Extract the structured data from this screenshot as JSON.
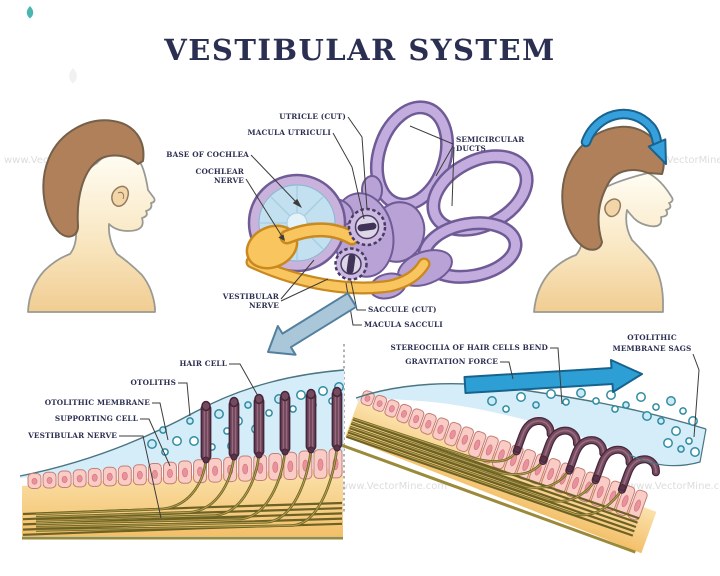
{
  "title": "VESTIBULAR SYSTEM",
  "watermark": "www.VectorMine.com",
  "colors": {
    "title_navy": "#2b2f52",
    "canal_purple_fill": "#b9a3d6",
    "canal_purple_stroke": "#6f5b96",
    "nerve_yellow": "#f8c55f",
    "nerve_yellow_outline": "#c9891f",
    "membrane_blue": "#d4edf8",
    "otolith_teal": "#2f8ca3",
    "cell_pink": "#f9cdc6",
    "hair_cell_maroon": "#744a5e",
    "fiber_olive": "#6e6125",
    "motion_arrow_blue": "#2e9fd4",
    "zoom_arrow_gray_blue": "#aac7da",
    "skin": "#f6e3bd",
    "hair_brown": "#b0805a"
  },
  "central_diagram": {
    "labels": {
      "utricle": "UTRICLE (CUT)",
      "macula_utriculi": "MACULA UTRICULI",
      "base_of_cochlea": "BASE OF COCHLEA",
      "cochlear_nerve": [
        "COCHLEAR",
        "NERVE"
      ],
      "semicircular_ducts": [
        "SEMICIRCULAR",
        "DUCTS"
      ],
      "vestibular_nerve": [
        "VESTIBULAR",
        "NERVE"
      ],
      "saccule": "SACCULE (CUT)",
      "macula_sacculi": "MACULA SACCULI"
    }
  },
  "left_panel": {
    "labels": {
      "hair_cell": "HAIR CELL",
      "otoliths": "OTOLITHS",
      "otolithic_membrane": "OTOLITHIC MEMBRANE",
      "supporting_cell": "SUPPORTING CELL",
      "vestibular_nerve": "VESTIBULAR NERVE"
    }
  },
  "right_panel": {
    "labels": {
      "stereocilia": "STEREOCILIA OF HAIR CELLS BEND",
      "gravitation_force": "GRAVITATION FORCE",
      "otolithic_membrane_sags": [
        "OTOLITHIC",
        "MEMBRANE SAGS"
      ]
    }
  }
}
